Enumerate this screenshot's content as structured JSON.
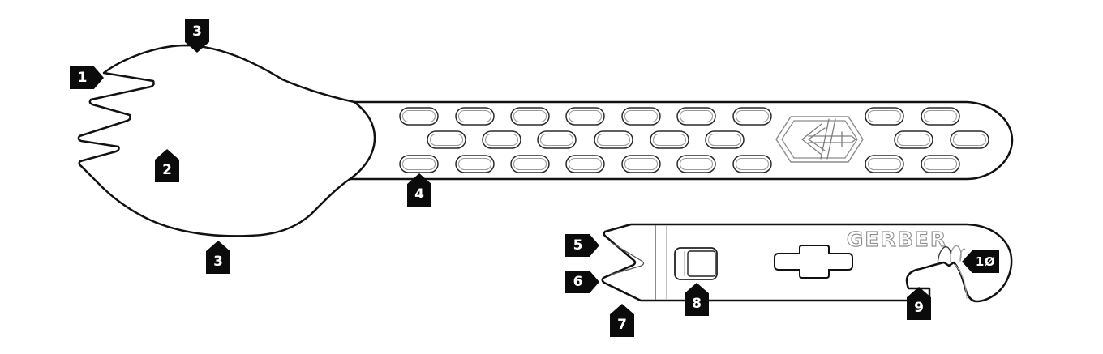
{
  "diagram": {
    "background": "#ffffff",
    "outline_color": "#111111",
    "detail_color": "#999999",
    "callout_bg": "#0b0b0b",
    "callout_text_color": "#ffffff"
  },
  "branding": {
    "logo_text": "GERBER",
    "emblem_icon": "gerber-shield-sword-emblem"
  },
  "callouts": [
    {
      "label": "1",
      "display": "1",
      "direction": "right"
    },
    {
      "label": "3",
      "display": "3",
      "direction": "down"
    },
    {
      "label": "2",
      "display": "2",
      "direction": "up"
    },
    {
      "label": "3",
      "display": "3",
      "direction": "up"
    },
    {
      "label": "4",
      "display": "4",
      "direction": "up"
    },
    {
      "label": "5",
      "display": "5",
      "direction": "right"
    },
    {
      "label": "6",
      "display": "6",
      "direction": "right"
    },
    {
      "label": "7",
      "display": "7",
      "direction": "up"
    },
    {
      "label": "8",
      "display": "8",
      "direction": "up"
    },
    {
      "label": "9",
      "display": "9",
      "direction": "up"
    },
    {
      "label": "10",
      "display": "1Ø",
      "direction": "left"
    }
  ]
}
